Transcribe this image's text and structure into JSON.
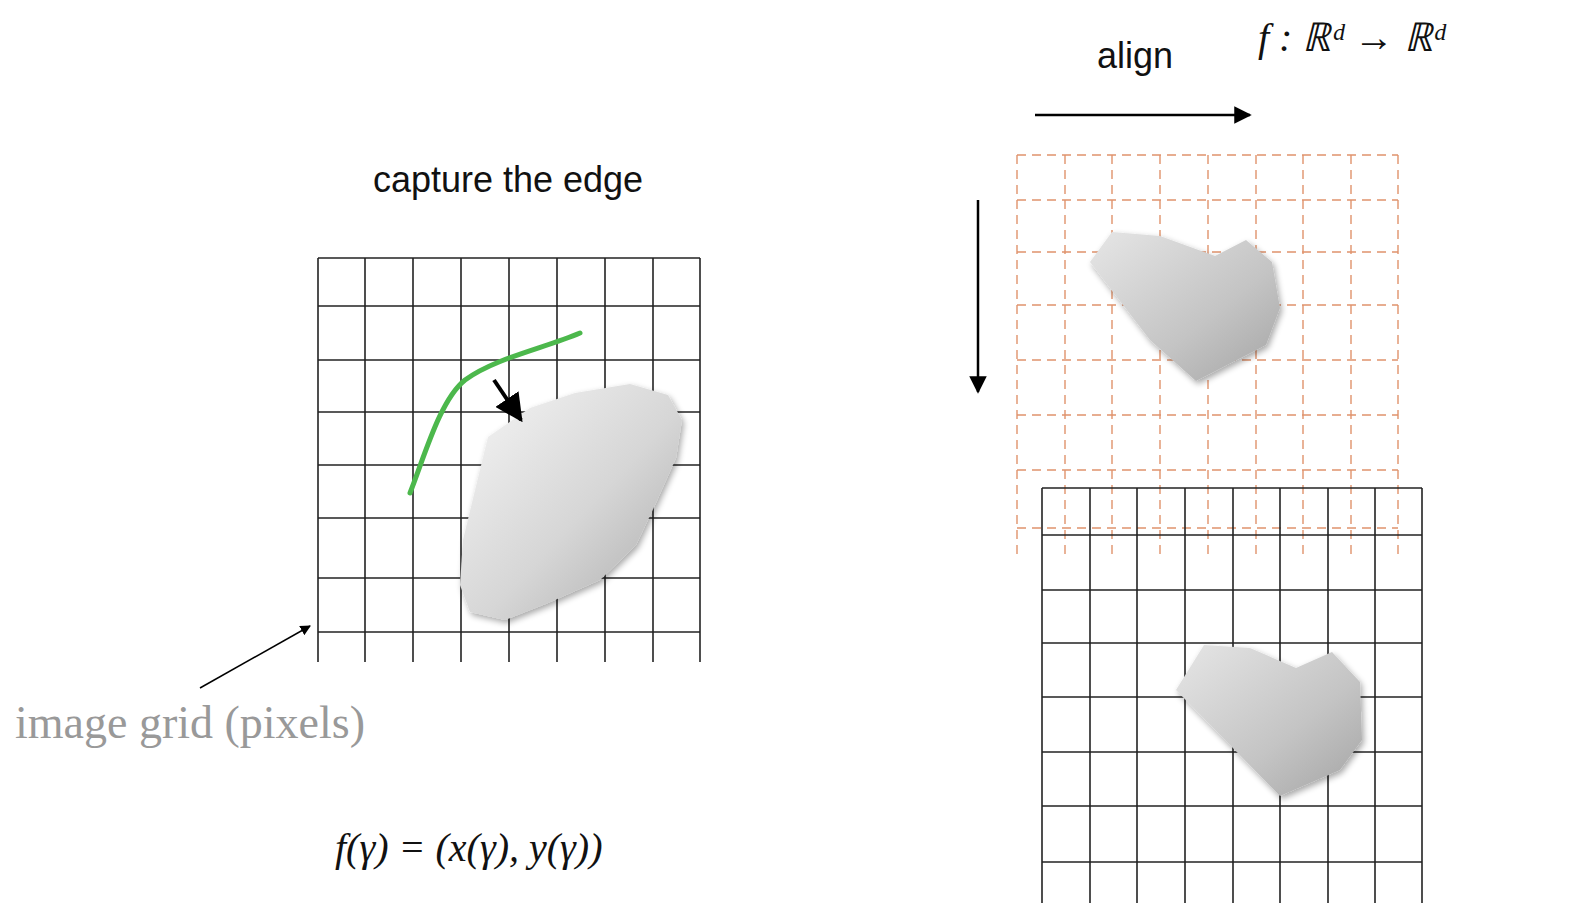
{
  "diagram": {
    "labels": [
      "capture the edge",
      "image grid (pixels)",
      "f(γ) = (x(γ), y(γ))",
      "align",
      "f : ℝᵈ → ℝᵈ"
    ]
  }
}
